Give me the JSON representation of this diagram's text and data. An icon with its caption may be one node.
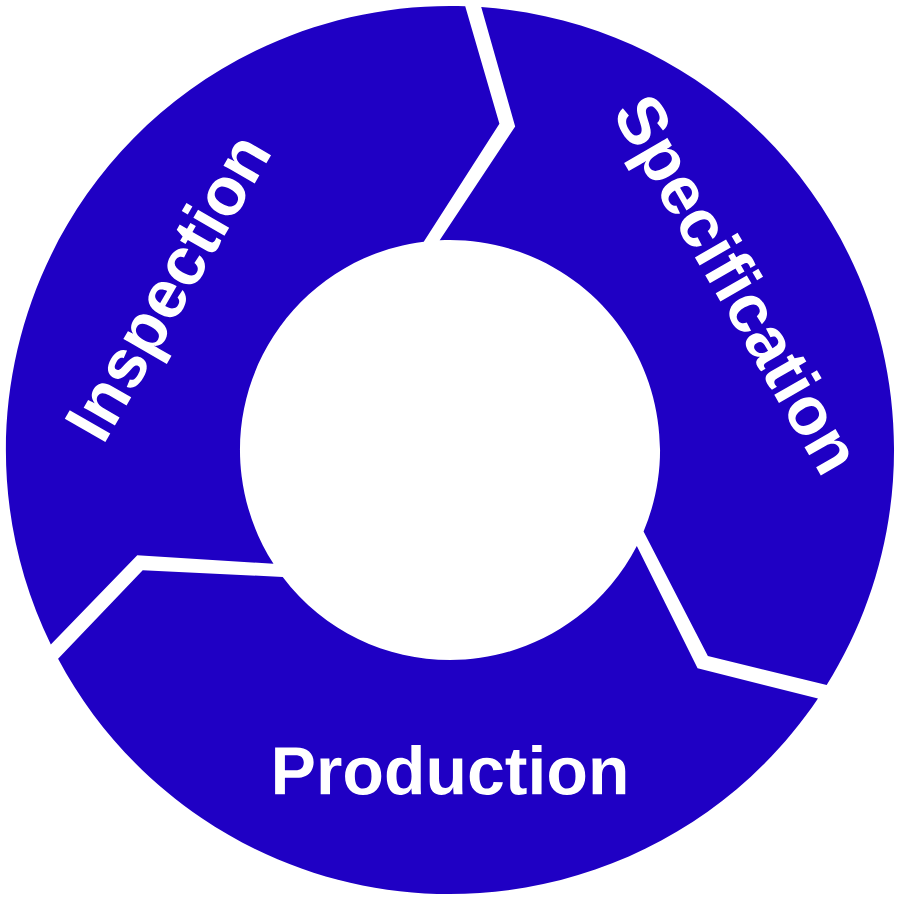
{
  "diagram": {
    "nodes": [
      {
        "text": [
          "Specification"
        ]
      },
      {
        "text": [
          "Production"
        ]
      },
      {
        "text": [
          "Inspection"
        ]
      }
    ]
  }
}
